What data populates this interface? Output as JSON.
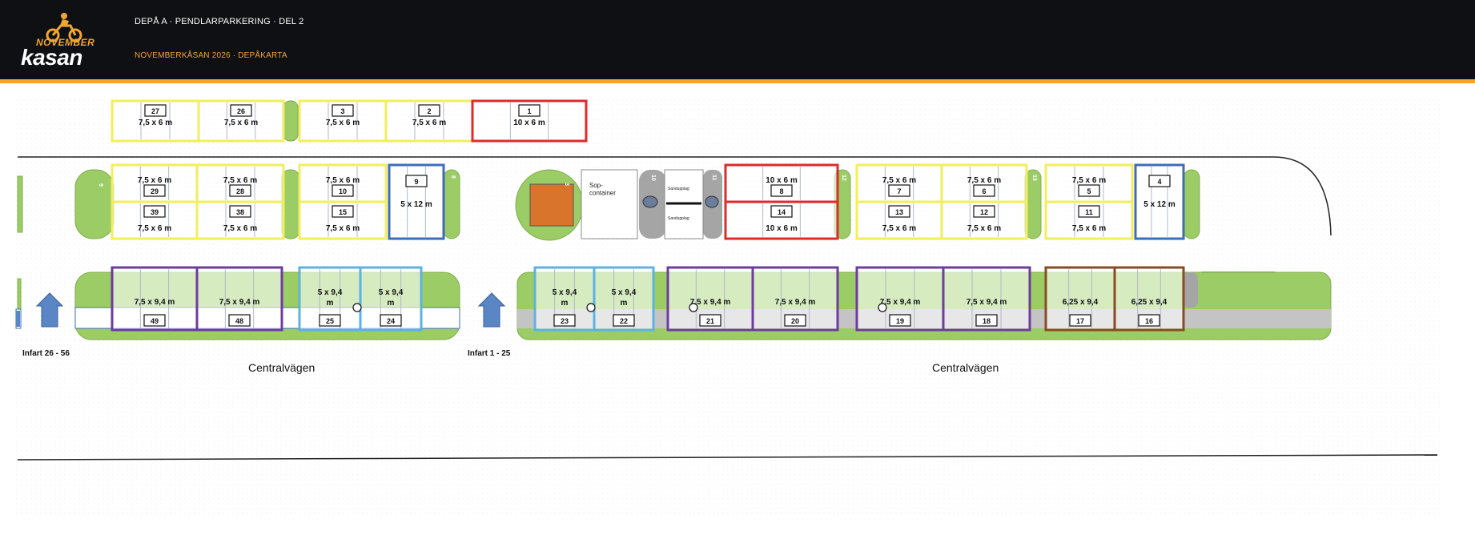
{
  "header": {
    "title": "DEPÅ A · PENDLARPARKERING · DEL 2",
    "subtitle": "NOVEMBERKÅSAN 2026 · DEPÅKARTA",
    "logo_top": "NOVEMBER",
    "logo_main": "kasan"
  },
  "colors": {
    "yellow": "#f2ee5c",
    "red": "#dd2b2b",
    "blue": "#3d6db8",
    "purple": "#6e3b9f",
    "light_blue": "#5cb2e3",
    "brown": "#8a4a22",
    "green": "#9ccc65",
    "orange": "#d9742d",
    "gray": "#a5a5a5"
  },
  "map": {
    "labels": {
      "road_left": "Centralvägen",
      "road_right": "Centralvägen",
      "entrance_left": "Infart 26 - 56",
      "entrance_right": "Infart 1 - 25",
      "sop": "Sop-\ncontainer",
      "sand_top": "Sandupplag",
      "sand_bottom": "Sandupplag",
      "isle_9": "9",
      "isle_8": "8",
      "isle_3": "3",
      "isle_10": "10",
      "isle_11": "11",
      "isle_12": "12",
      "isle_13": "13"
    },
    "spots": [
      {
        "num": "27",
        "size": "7,5 x 6 m",
        "color": "yellow"
      },
      {
        "num": "26",
        "size": "7,5 x 6 m",
        "color": "yellow"
      },
      {
        "num": "3",
        "size": "7,5 x 6 m",
        "color": "yellow"
      },
      {
        "num": "2",
        "size": "7,5 x 6 m",
        "color": "yellow"
      },
      {
        "num": "1",
        "size": "10 x 6 m",
        "color": "red"
      },
      {
        "num": "29",
        "size": "7,5 x 6 m",
        "color": "yellow"
      },
      {
        "num": "28",
        "size": "7,5 x 6 m",
        "color": "yellow"
      },
      {
        "num": "10",
        "size": "7,5 x 6 m",
        "color": "yellow"
      },
      {
        "num": "39",
        "size": "7,5 x 6 m",
        "color": "yellow"
      },
      {
        "num": "38",
        "size": "7,5 x 6 m",
        "color": "yellow"
      },
      {
        "num": "15",
        "size": "7,5 x 6 m",
        "color": "yellow"
      },
      {
        "num": "9",
        "size": "5 x 12 m",
        "color": "blue"
      },
      {
        "num": "8",
        "size": "10 x 6 m",
        "color": "red"
      },
      {
        "num": "14",
        "size": "10 x 6 m",
        "color": "red"
      },
      {
        "num": "7",
        "size": "7,5 x 6 m",
        "color": "yellow"
      },
      {
        "num": "6",
        "size": "7,5 x 6 m",
        "color": "yellow"
      },
      {
        "num": "13",
        "size": "7,5 x 6 m",
        "color": "yellow"
      },
      {
        "num": "12",
        "size": "7,5 x 6 m",
        "color": "yellow"
      },
      {
        "num": "5",
        "size": "7,5 x 6 m",
        "color": "yellow"
      },
      {
        "num": "11",
        "size": "7,5 x 6 m",
        "color": "yellow"
      },
      {
        "num": "4",
        "size": "5 x 12 m",
        "color": "blue"
      },
      {
        "num": "49",
        "size": "7,5 x 9,4 m",
        "color": "purple"
      },
      {
        "num": "48",
        "size": "7,5 x 9,4 m",
        "color": "purple"
      },
      {
        "num": "25",
        "size": "5 x 9,4\nm",
        "color": "light_blue"
      },
      {
        "num": "24",
        "size": "5 x 9,4\nm",
        "color": "light_blue"
      },
      {
        "num": "23",
        "size": "5 x 9,4\nm",
        "color": "light_blue"
      },
      {
        "num": "22",
        "size": "5 x 9,4\nm",
        "color": "light_blue"
      },
      {
        "num": "21",
        "size": "7,5 x 9,4 m",
        "color": "purple"
      },
      {
        "num": "20",
        "size": "7,5 x 9,4 m",
        "color": "purple"
      },
      {
        "num": "19",
        "size": "7,5 x 9,4 m",
        "color": "purple"
      },
      {
        "num": "18",
        "size": "7,5 x 9,4 m",
        "color": "purple"
      },
      {
        "num": "17",
        "size": "6,25 x 9,4",
        "color": "brown"
      },
      {
        "num": "16",
        "size": "6,25 x 9,4",
        "color": "brown"
      }
    ]
  }
}
